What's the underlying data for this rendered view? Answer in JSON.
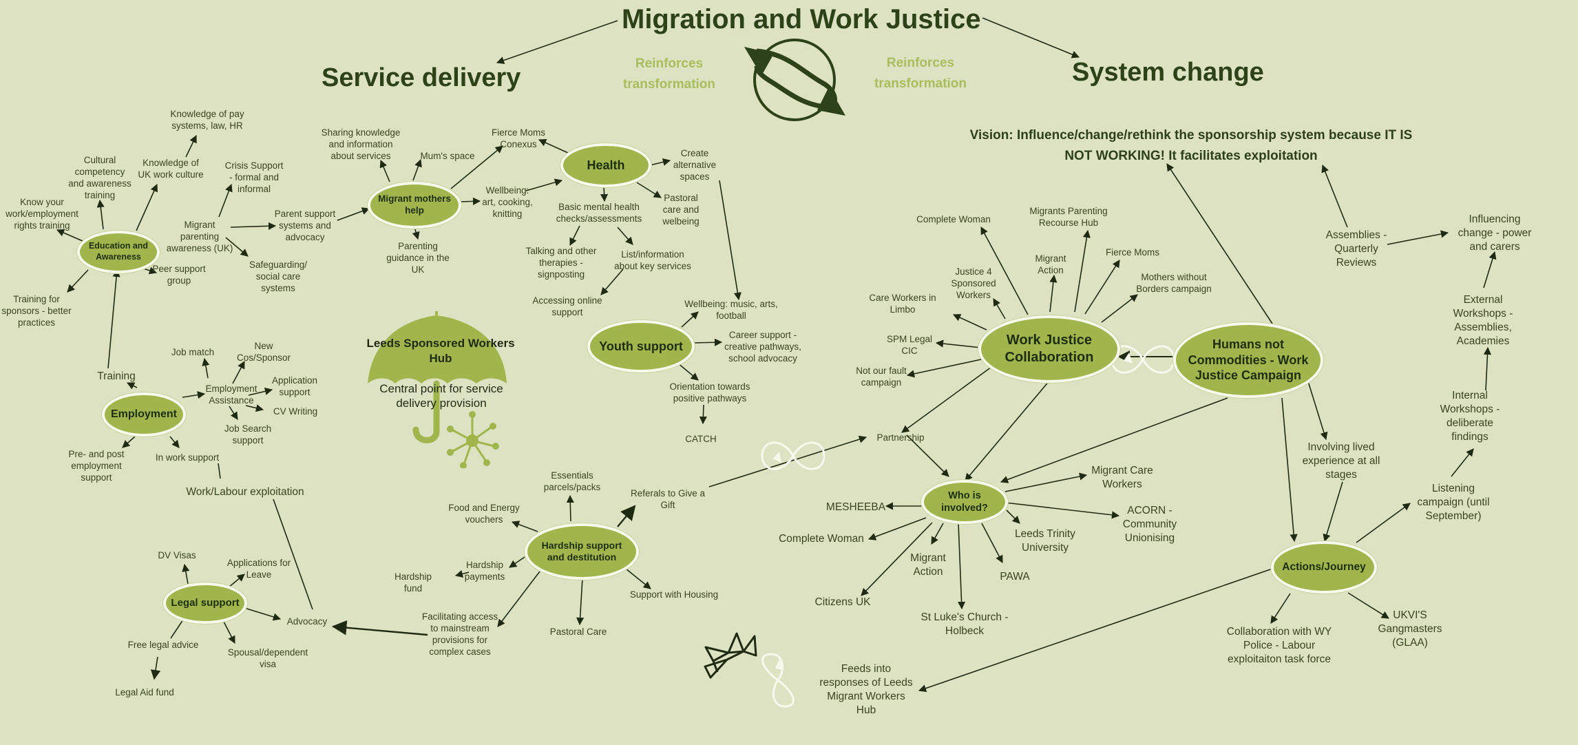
{
  "headings": {
    "main_title": "Migration and Work Justice",
    "left": "Service delivery",
    "right": "System change",
    "reinforces_left": "Reinforces\ntransformation",
    "reinforces_right": "Reinforces\ntransformation",
    "vision": "Vision: Influence/change/rethink the sponsorship system because IT IS\nNOT WORKING! It facilitates exploitation"
  },
  "hub": {
    "title": "Leeds Sponsored Workers\nHub",
    "subtitle": "Central point for service\ndelivery provision"
  },
  "nodes": {
    "education": "Education and\nAwareness",
    "migrant_mothers": "Migrant mothers\nhelp",
    "health": "Health",
    "youth": "Youth support",
    "employment": "Employment",
    "legal": "Legal support",
    "hardship": "Hardship support\nand destitution",
    "wjc": "Work Justice\nCollaboration",
    "hnc": "Humans not\nCommodities - Work\nJustice Campaign",
    "who": "Who is\ninvolved?",
    "actions": "Actions/Journey"
  },
  "labels": {
    "edu_know_work": "Know your\nwork/employment\nrights training",
    "edu_cultural": "Cultural\ncompetency\nand awareness\ntraining",
    "edu_uk_culture": "Knowledge of\nUK work culture",
    "edu_pay": "Knowledge of pay\nsystems, law, HR",
    "edu_training_sponsors": "Training for\nsponsors - better\npractices",
    "edu_peer": "Peer support\ngroup",
    "edu_migrant_parenting": "Migrant\nparenting\nawareness (UK)",
    "edu_crisis": "Crisis Support\n- formal and\ninformal",
    "edu_safeguarding": "Safeguarding/\nsocial care\nsystems",
    "edu_parent_support": "Parent support\nsystems and\nadvocacy",
    "mm_sharing": "Sharing knowledge\nand information\nabout services",
    "mm_mums": "Mum's space",
    "mm_parenting": "Parenting\nguidance in the\nUK",
    "health_fierce": "Fierce Moms\nConexus",
    "health_wellbeing": "Wellbeing:\nart, cooking,\nknitting",
    "health_create": "Create\nalternative\nspaces",
    "health_pastoral": "Pastoral\ncare and\nwelbeing",
    "health_basic": "Basic mental health\nchecks/assessments",
    "health_talking": "Talking and other\ntherapies -\nsignposting",
    "health_list": "List/information\nabout key services",
    "health_online": "Accessing online\nsupport",
    "youth_wellbeing": "Wellbeing: music, arts,\nfootball",
    "youth_career": "Career support -\ncreative pathways,\nschool advocacy",
    "youth_orientation": "Orientation towards\npositive pathways",
    "youth_catch": "CATCH",
    "emp_training": "Training",
    "emp_jobmatch": "Job match",
    "emp_new": "New\nCos/Sponsor",
    "emp_assist": "Employment\nAssistance",
    "emp_application": "Application\nsupport",
    "emp_cv": "CV Writing",
    "emp_jobsearch": "Job Search\nsupport",
    "emp_prepost": "Pre- and post\nemployment\nsupport",
    "emp_inwork": "In work support",
    "work_exploitation": "Work/Labour exploitation",
    "legal_dv": "DV Visas",
    "legal_applications": "Applications for\nLeave",
    "legal_advocacy": "Advocacy",
    "legal_free": "Free legal advice",
    "legal_spousal": "Spousal/dependent\nvisa",
    "legal_aid": "Legal Aid fund",
    "hs_essentials": "Essentials\nparcels/packs",
    "hs_food": "Food and Energy\nvouchers",
    "hs_payments": "Hardship\npayments",
    "hs_fund": "Hardship\nfund",
    "hs_facilitating": "Facilitating access\nto mainstream\nprovisions for\ncomplex cases",
    "hs_pastoral": "Pastoral Care",
    "hs_housing": "Support with Housing",
    "hs_gift": "Referals to Give a\nGift",
    "wjc_complete": "Complete Woman",
    "wjc_mprh": "Migrants Parenting\nRecourse Hub",
    "wjc_justice4": "Justice 4\nSponsored\nWorkers",
    "wjc_migrant_action": "Migrant\nAction",
    "wjc_fierce": "Fierce Moms",
    "wjc_mothers": "Mothers without\nBorders campaign",
    "wjc_care_limbo": "Care Workers in\nLimbo",
    "wjc_spm": "SPM Legal\nCIC",
    "wjc_not_fault": "Not our fault\ncampaign",
    "partnership": "Partnership",
    "who_mesheeba": "MESHEEBA",
    "who_migrant_care": "Migrant Care\nWorkers",
    "who_acorn": "ACORN -\nCommunity\nUnionising",
    "who_complete": "Complete Woman",
    "who_leeds_trinity": "Leeds Trinity\nUniversity",
    "who_migrant_action": "Migrant\nAction",
    "who_pawa": "PAWA",
    "who_citizens": "Citizens UK",
    "who_stlukes": "St Luke's Church -\nHolbeck",
    "sc_assemblies": "Assemblies -\nQuarterly\nReviews",
    "sc_influencing": "Influencing\nchange - power\nand carers",
    "sc_external": "External\nWorkshops -\nAssemblies,\nAcademies",
    "sc_internal": "Internal\nWorkshops -\ndeliberate\nfindings",
    "sc_listening": "Listening\ncampaign (until\nSeptember)",
    "sc_involving": "Involving lived\nexperience at all\nstages",
    "act_collab": "Collaboration with WY\nPolice - Labour\nexploitaiton task force",
    "act_ukvi": "UKVI'S\nGangmasters\n(GLAA)",
    "act_feeds": "Feeds into\nresponses of Leeds\nMigrant Workers\nHub"
  },
  "icons": [
    "cycle-arrows-icon",
    "umbrella-icon",
    "network-icon",
    "paper-planes-icon",
    "infinity-loop-icon"
  ],
  "colors": {
    "background": "#dde3c2",
    "node_fill": "#a0b64d",
    "dark_green": "#2d4219",
    "light_accent": "#a8bd5c",
    "line": "#1f2a12"
  }
}
